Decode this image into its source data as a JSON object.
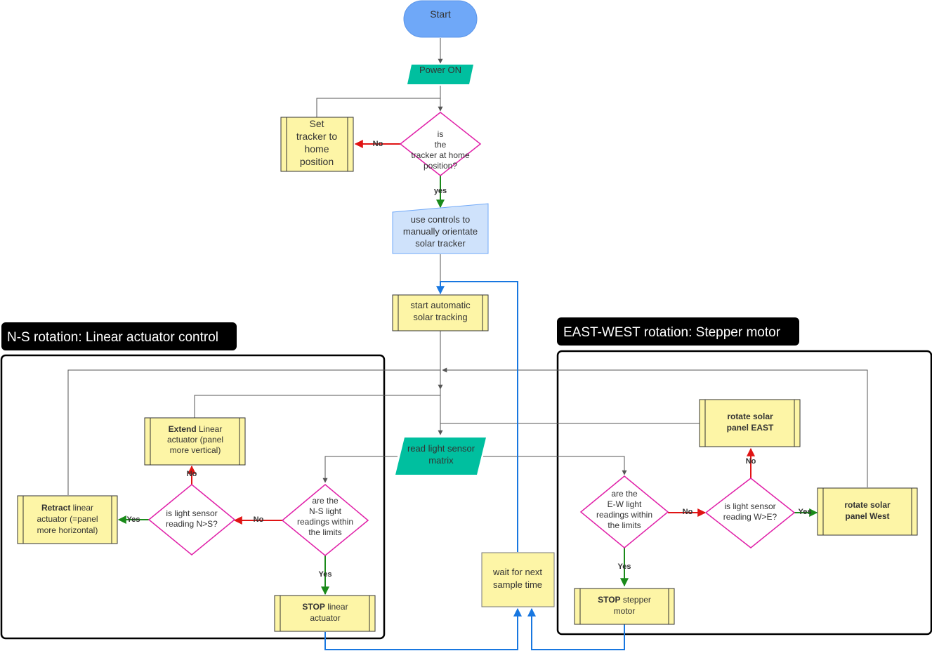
{
  "colors": {
    "terminal": "#6fa8f8",
    "io": "#00bf9f",
    "process": "#fdf5a6",
    "manual": "#cfe2fb",
    "decision_border": "#e020a8",
    "no_arrow": "#e01414",
    "yes_arrow": "#1a8a1a",
    "loop_arrow": "#1877e0",
    "group_title_bg": "#000000"
  },
  "groups": {
    "ns": {
      "title": "N-S rotation: Linear actuator control"
    },
    "ew": {
      "title": "EAST-WEST rotation: Stepper motor"
    }
  },
  "nodes": {
    "start": {
      "lines": [
        "Start"
      ]
    },
    "power_on": {
      "lines": [
        "Power ON"
      ]
    },
    "home_check": {
      "lines": [
        "is",
        "the",
        "tracker at home",
        "position?"
      ]
    },
    "set_home": {
      "lines": [
        "Set",
        "tracker to",
        "home",
        "position"
      ]
    },
    "manual_orient": {
      "lines": [
        "use controls to",
        "manually orientate",
        "solar tracker"
      ]
    },
    "start_auto": {
      "lines": [
        "start automatic",
        "solar tracking"
      ]
    },
    "read_sensor": {
      "lines": [
        "read light sensor",
        "matrix"
      ]
    },
    "wait_sample": {
      "lines": [
        "wait for next",
        "sample time"
      ]
    },
    "ns_limits": {
      "lines": [
        "are the",
        "N-S light",
        "readings within",
        "the limits"
      ]
    },
    "ns_compare": {
      "lines": [
        "is light sensor",
        "reading N>S?"
      ]
    },
    "extend": {
      "bold": "Extend",
      "lines": [
        " Linear",
        "actuator (panel",
        "more vertical)"
      ]
    },
    "retract": {
      "bold": "Retract",
      "lines": [
        " linear",
        "actuator (=panel",
        "more horizontal)"
      ]
    },
    "stop_linear": {
      "bold": "STOP",
      "lines": [
        " linear",
        "actuator"
      ]
    },
    "ew_limits": {
      "lines": [
        "are the",
        "E-W light",
        "readings within",
        "the limits"
      ]
    },
    "ew_compare": {
      "lines": [
        "is light sensor",
        "reading W>E?"
      ]
    },
    "rotate_east": {
      "lines": [
        "rotate solar",
        "panel EAST"
      ]
    },
    "rotate_west": {
      "lines": [
        "rotate solar",
        "panel West"
      ]
    },
    "stop_stepper": {
      "bold": "STOP",
      "lines": [
        " stepper",
        "motor"
      ]
    }
  },
  "edge_labels": {
    "home_no": "No",
    "home_yes": "yes",
    "ns_limits_no": "No",
    "ns_limits_yes": "Yes",
    "ns_compare_no": "No",
    "ns_compare_yes": "Yes",
    "ew_limits_no": "No",
    "ew_limits_yes": "Yes",
    "ew_compare_no": "No",
    "ew_compare_yes": "Yes"
  }
}
